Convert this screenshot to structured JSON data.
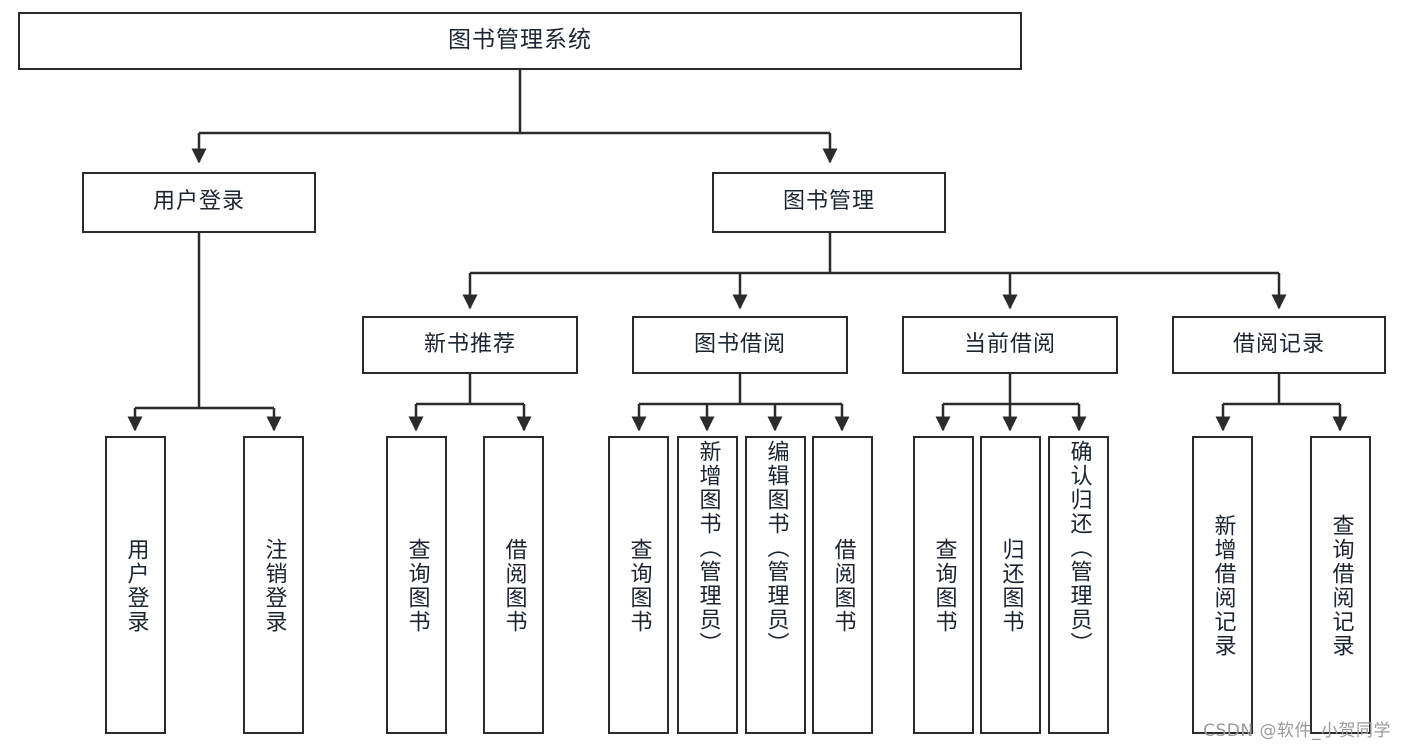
{
  "diagram": {
    "title": "图书管理系统",
    "type": "功能结构图",
    "root": {
      "label": "图书管理系统"
    },
    "level2": [
      {
        "label": "用户登录"
      },
      {
        "label": "图书管理"
      }
    ],
    "level3": [
      {
        "label": "新书推荐"
      },
      {
        "label": "图书借阅"
      },
      {
        "label": "当前借阅"
      },
      {
        "label": "借阅记录"
      }
    ],
    "leaves_user_login": [
      {
        "label": "用户登录"
      },
      {
        "label": "注销登录"
      }
    ],
    "leaves_new_books": [
      {
        "label": "查询图书"
      },
      {
        "label": "借阅图书"
      }
    ],
    "leaves_borrow": [
      {
        "label": "查询图书"
      },
      {
        "label": "新增图书（管理员）"
      },
      {
        "label": "编辑图书（管理员）"
      },
      {
        "label": "借阅图书"
      }
    ],
    "leaves_current": [
      {
        "label": "查询图书"
      },
      {
        "label": "归还图书"
      },
      {
        "label": "确认归还（管理员）"
      }
    ],
    "leaves_records": [
      {
        "label": "新增借阅记录"
      },
      {
        "label": "查询借阅记录"
      }
    ]
  },
  "watermark": {
    "text": "CSDN @软件_小贺同学"
  },
  "colors": {
    "box_border": "#2b2b2b",
    "box_fill": "#ffffff",
    "text": "#1b2430",
    "line": "#2b2b2b",
    "watermark": "#9a9a9a"
  }
}
